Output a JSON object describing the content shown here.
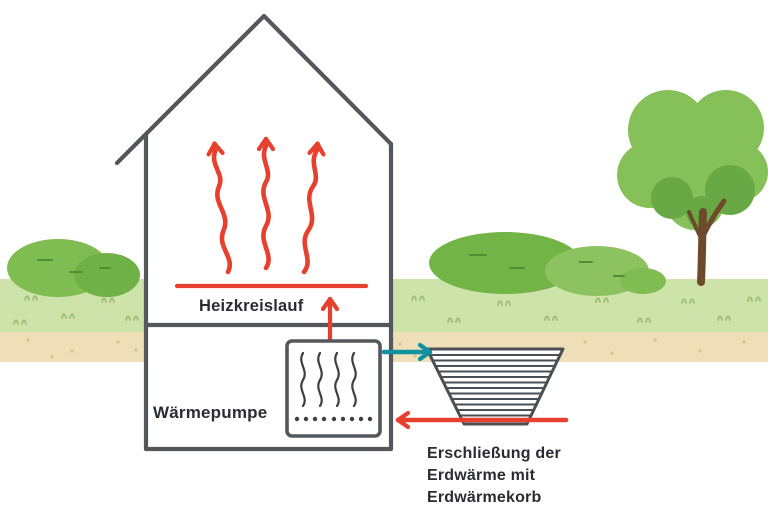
{
  "diagram": {
    "labels": {
      "heating_circuit": "Heizkreislauf",
      "heat_pump": "Wärmepumpe",
      "caption_line1": "Erschließung der",
      "caption_line2": "Erdwärme mit",
      "caption_line3": "Erdwärmekorb"
    },
    "colors": {
      "heat_flow_red": "#e8402e",
      "source_flow_teal": "#10919f",
      "outline_gray": "#54585c",
      "grass_green": "#cde3a9",
      "soil_tan": "#eedfb8",
      "bush_green": "#7cb94e",
      "tree_green": "#85c058",
      "trunk_brown": "#6e4a2c",
      "label_text": "#2b2b33"
    }
  }
}
